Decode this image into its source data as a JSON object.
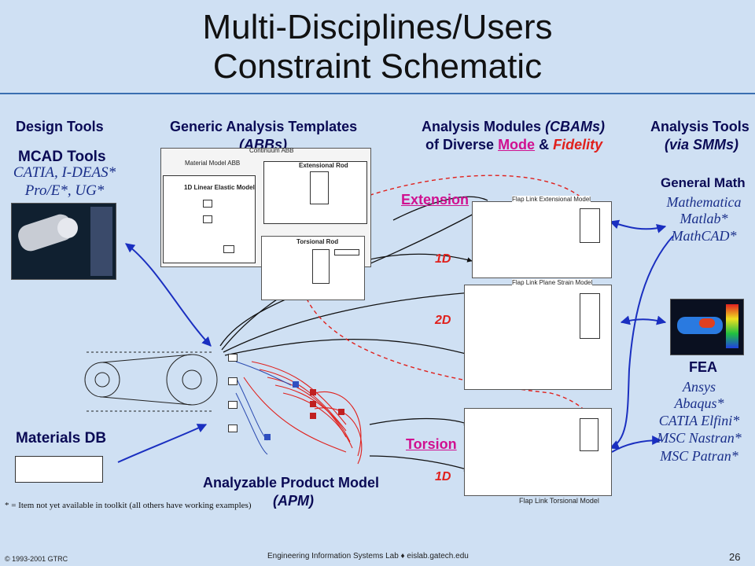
{
  "title": {
    "line1": "Multi-Disciplines/Users",
    "line2": "Constraint Schematic"
  },
  "columns": {
    "design_tools": "Design Tools",
    "generic_templates": "Generic Analysis Templates",
    "abbs": "(ABBs)",
    "analysis_modules_a": "Analysis Modules",
    "analysis_modules_b": "(CBAMs)",
    "diverse_of": "of Diverse",
    "diverse_mode": "Mode",
    "diverse_amp": "&",
    "diverse_fidelity": "Fidelity",
    "analysis_tools": "Analysis Tools",
    "via_smms": "(via SMMs)"
  },
  "mcad": {
    "heading": "MCAD Tools",
    "line1": "CATIA, I-DEAS*",
    "line2": "Pro/E*, UG*"
  },
  "abb": {
    "continuum": "Continuum ABB",
    "material": "Material Model ABB",
    "extensional_rod": "Extensional Rod",
    "linear_elastic": "1D Linear Elastic Model",
    "torsional_rod": "Torsional Rod"
  },
  "modules": {
    "extension": "Extension",
    "torsion": "Torsion",
    "d1a": "1D",
    "d2": "2D",
    "d1b": "1D",
    "flap_ext": "Flap Link Extensional Model",
    "flap_plane": "Flap Link Plane Strain Model",
    "flap_tors": "Flap Link Torsional Model"
  },
  "general_math": {
    "heading": "General Math",
    "items": [
      "Mathematica",
      "Matlab*",
      "MathCAD*"
    ]
  },
  "fea": {
    "heading": "FEA",
    "items": [
      "Ansys",
      "Abaqus*",
      "CATIA Elfini*",
      "MSC Nastran*",
      "MSC Patran*"
    ]
  },
  "materials_db": "Materials DB",
  "apm": {
    "line1": "Analyzable Product Model",
    "line2": "(APM)"
  },
  "footnote": "* = Item not yet available in toolkit (all others have working examples)",
  "footer": {
    "copyright": "© 1993-2001  GTRC",
    "center": "Engineering Information Systems Lab ♦ eislab.gatech.edu",
    "page": "26"
  },
  "colors": {
    "background": "#cfe0f3",
    "navy": "#0a0a55",
    "red": "#e0201c",
    "magenta": "#d01090",
    "blue_arrow": "#1a2fc0"
  }
}
